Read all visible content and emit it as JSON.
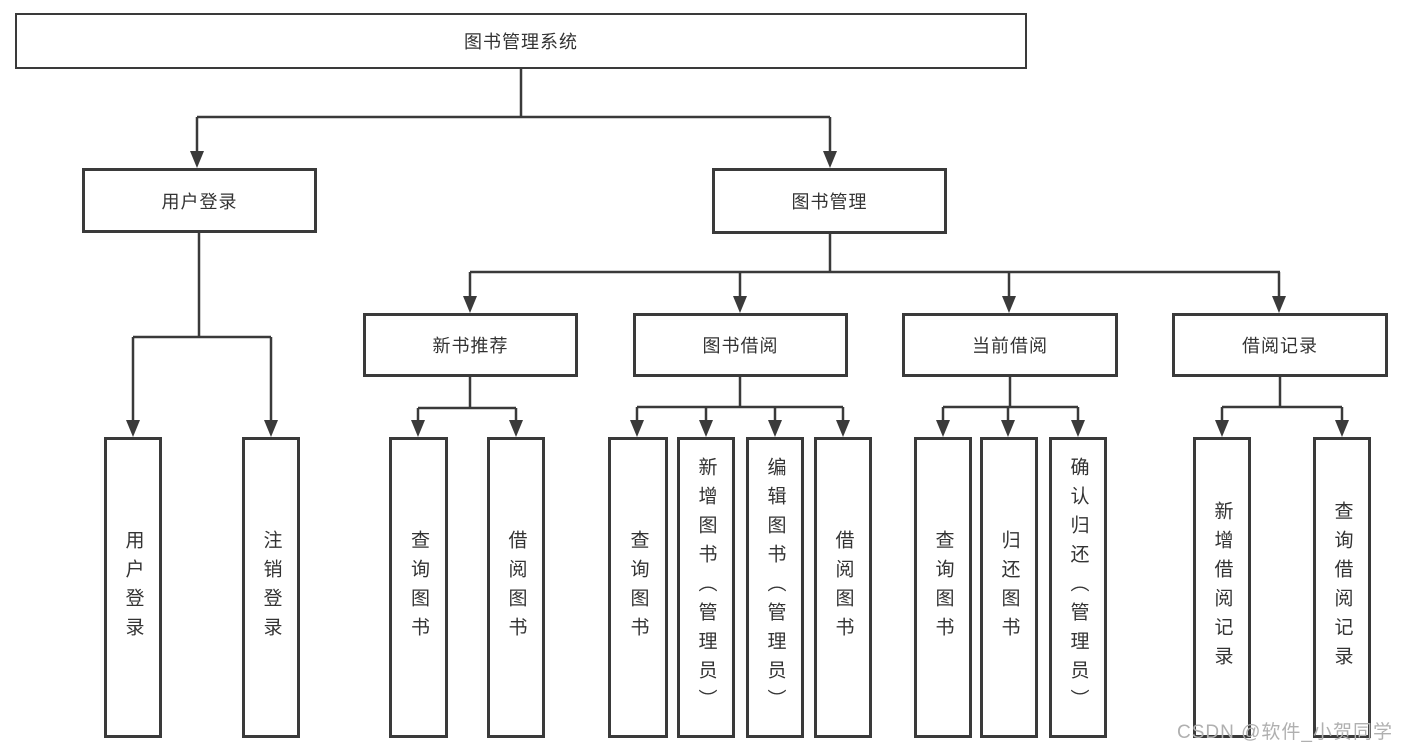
{
  "diagram": {
    "root": {
      "label": "图书管理系统"
    },
    "level2": [
      {
        "label": "用户登录"
      },
      {
        "label": "图书管理"
      }
    ],
    "level3": [
      {
        "label": "新书推荐"
      },
      {
        "label": "图书借阅"
      },
      {
        "label": "当前借阅"
      },
      {
        "label": "借阅记录"
      }
    ],
    "leaves": {
      "user_login": [
        "用户登录",
        "注销登录"
      ],
      "new_book": [
        "查询图书",
        "借阅图书"
      ],
      "book_borrow": [
        "查询图书",
        "新增图书（管理员）",
        "编辑图书（管理员）",
        "借阅图书"
      ],
      "current_borrow": [
        "查询图书",
        "归还图书",
        "确认归还（管理员）"
      ],
      "borrow_records": [
        "新增借阅记录",
        "查询借阅记录"
      ]
    }
  },
  "watermark": {
    "text": "CSDN @软件_小贺同学"
  },
  "colors": {
    "line": "#3a3a3a",
    "text": "#333333",
    "background": "#ffffff",
    "watermark": "#b0b0b0"
  }
}
